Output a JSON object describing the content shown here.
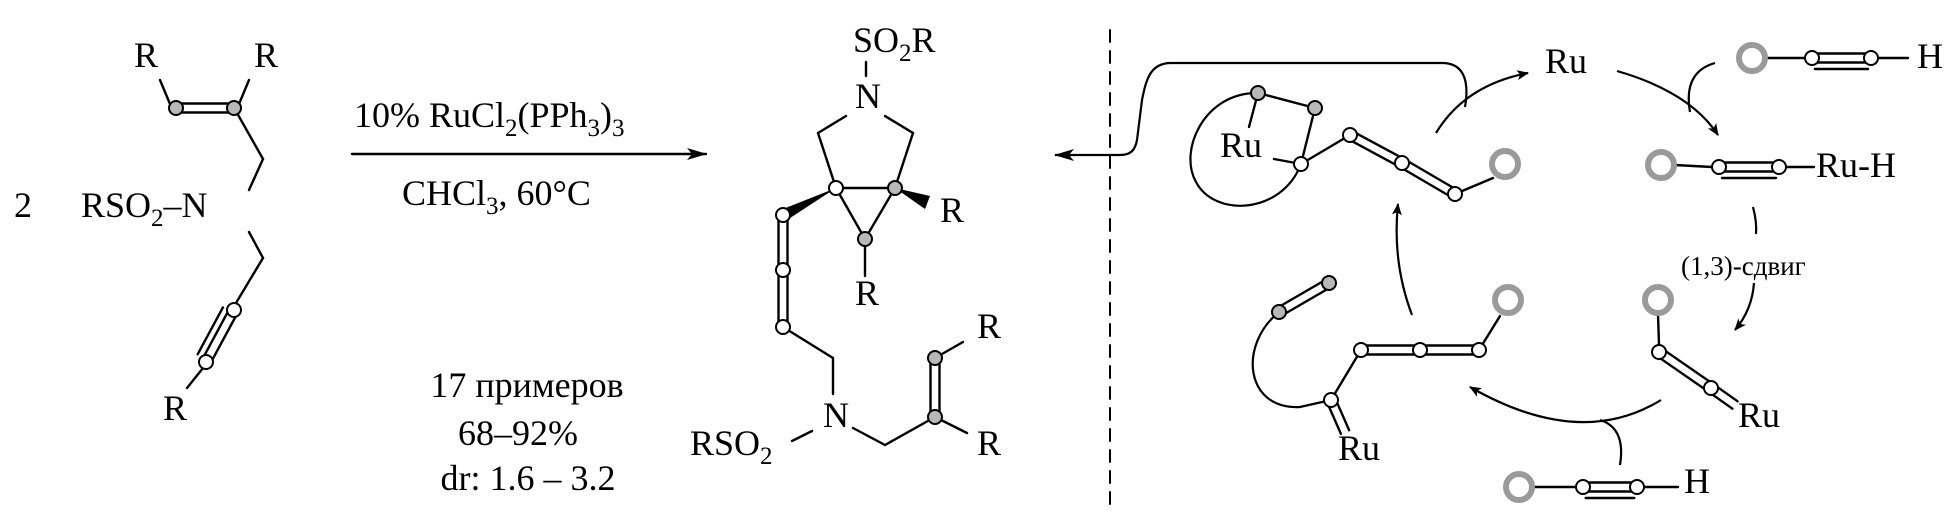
{
  "reactant": {
    "coefficient": "2",
    "r_top_left": "R",
    "r_top_right": "R",
    "sulfonyl": {
      "a": "RSO",
      "sub": "2",
      "b": "–N"
    },
    "r_bottom": "R"
  },
  "conditions": {
    "catalyst": {
      "p1": "10% RuCl",
      "s1": "2",
      "p2": "(PPh",
      "s2": "3",
      "p3": ")",
      "s3": "3"
    },
    "solvent": {
      "p1": "CHCl",
      "s1": "3",
      "p2": ", 60°C"
    }
  },
  "results": {
    "examples": "17 примеров",
    "yield": "68–92%",
    "dr": "dr: 1.6 – 3.2"
  },
  "product": {
    "top_sulfonyl": {
      "a": "SO",
      "sub": "2",
      "b": "R"
    },
    "ring_n": "N",
    "r_cyclopropyl_right": "R",
    "r_cyclopropyl_bottom": "R",
    "chain_n": "N",
    "chain_sulfonyl": {
      "a": "RSO",
      "sub": "2"
    },
    "r_alkene_top": "R",
    "r_alkene_bottom": "R"
  },
  "mechanism": {
    "ru_metallacycle": "Ru",
    "ru_catalyst": "Ru",
    "alkyne_top_h": "H",
    "ru_hydride": "Ru-H",
    "shift_label": "(1,3)-сдвиг",
    "ru_vinylidene": "Ru",
    "alkyne_bottom_h": "H",
    "ru_enyne": "Ru"
  },
  "colors": {
    "atom_gray": "#b8b8b8",
    "ring_gray": "#9a9a9a",
    "line": "#000000"
  }
}
